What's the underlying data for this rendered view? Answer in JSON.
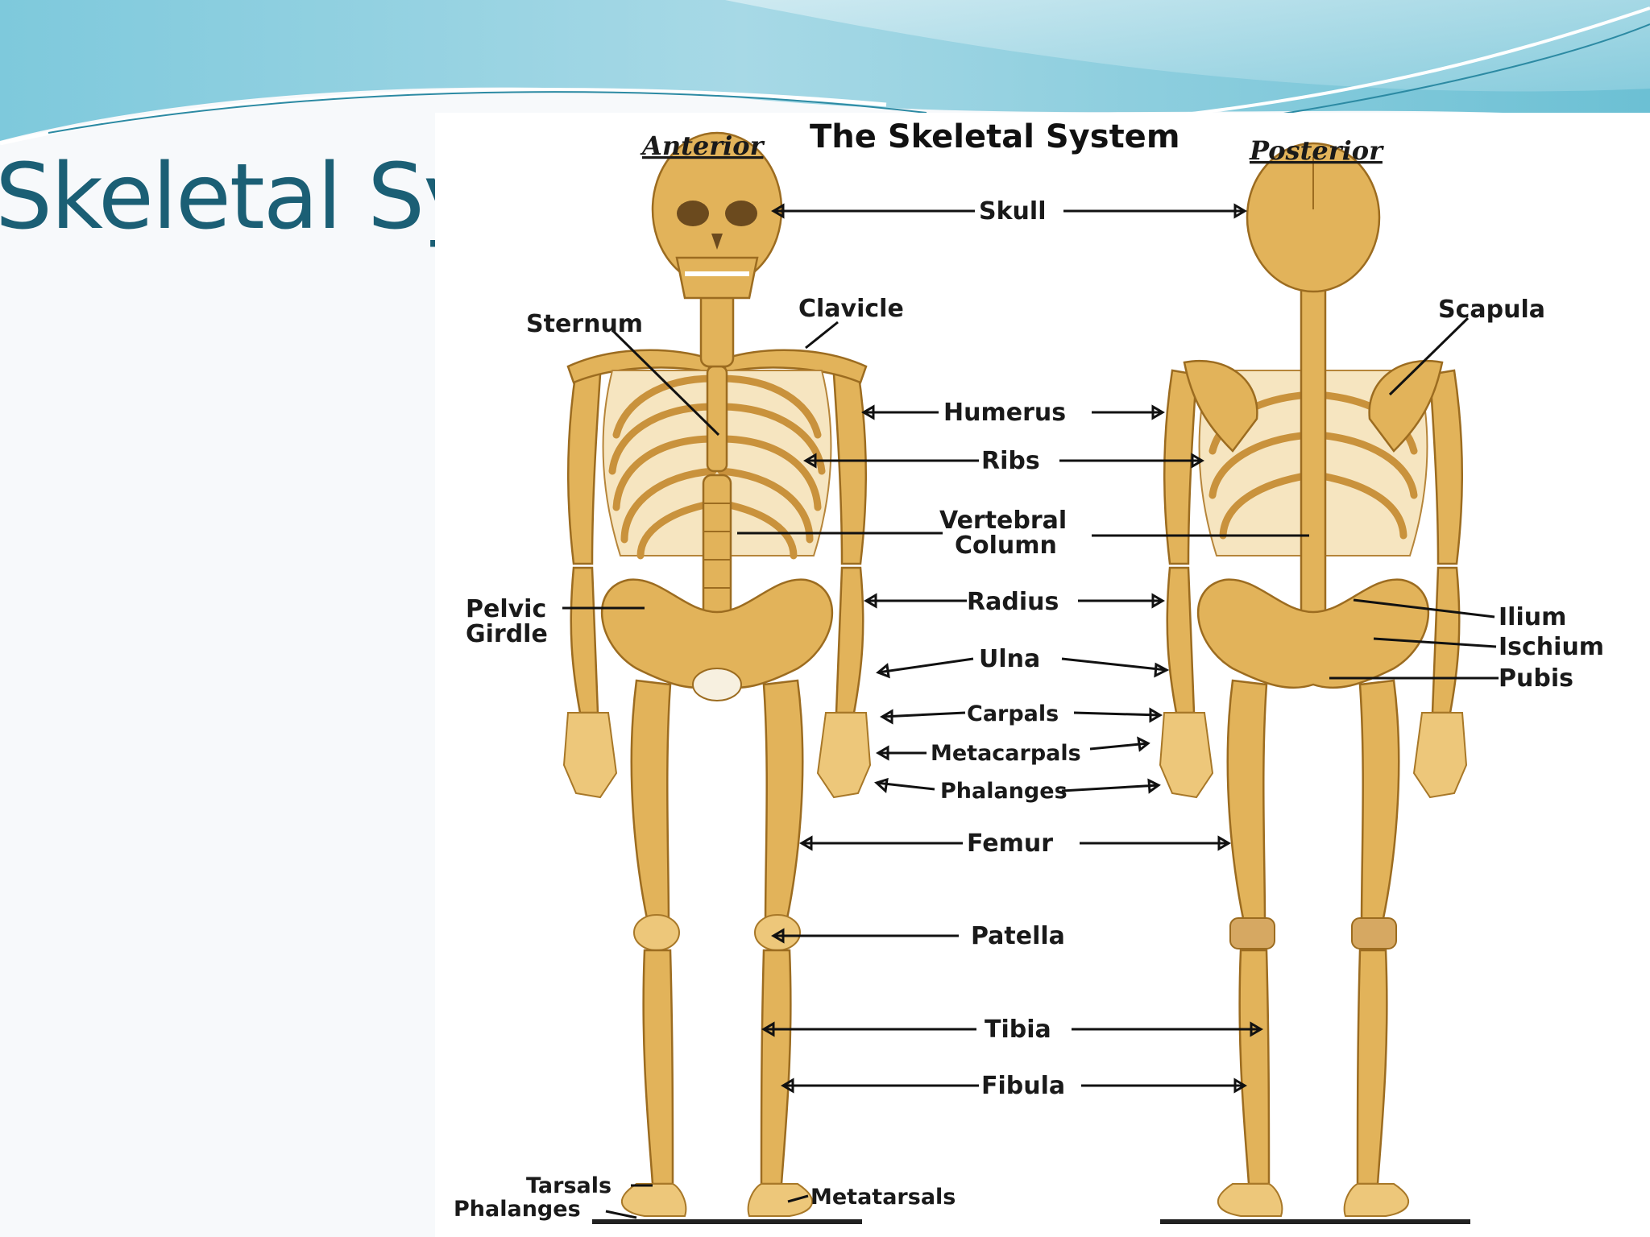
{
  "slide": {
    "title": "Skeletal System"
  },
  "diagram": {
    "title": "The Skeletal System",
    "views": {
      "anterior": "Anterior",
      "posterior": "Posterior"
    },
    "labels": {
      "skull": "Skull",
      "sternum": "Sternum",
      "clavicle": "Clavicle",
      "scapula": "Scapula",
      "humerus": "Humerus",
      "ribs": "Ribs",
      "vertebral_1": "Vertebral",
      "vertebral_2": "Column",
      "pelvic_1": "Pelvic",
      "pelvic_2": "Girdle",
      "radius": "Radius",
      "ilium": "Ilium",
      "ischium": "Ischium",
      "pubis": "Pubis",
      "ulna": "Ulna",
      "carpals": "Carpals",
      "metacarpals": "Metacarpals",
      "phalanges_hand": "Phalanges",
      "femur": "Femur",
      "patella": "Patella",
      "tibia": "Tibia",
      "fibula": "Fibula",
      "tarsals": "Tarsals",
      "phalanges_foot": "Phalanges",
      "metatarsals": "Metatarsals"
    },
    "colors": {
      "bone": "#e2b35a",
      "bone_outline": "#9c6c20",
      "title": "#1b5f75"
    }
  }
}
